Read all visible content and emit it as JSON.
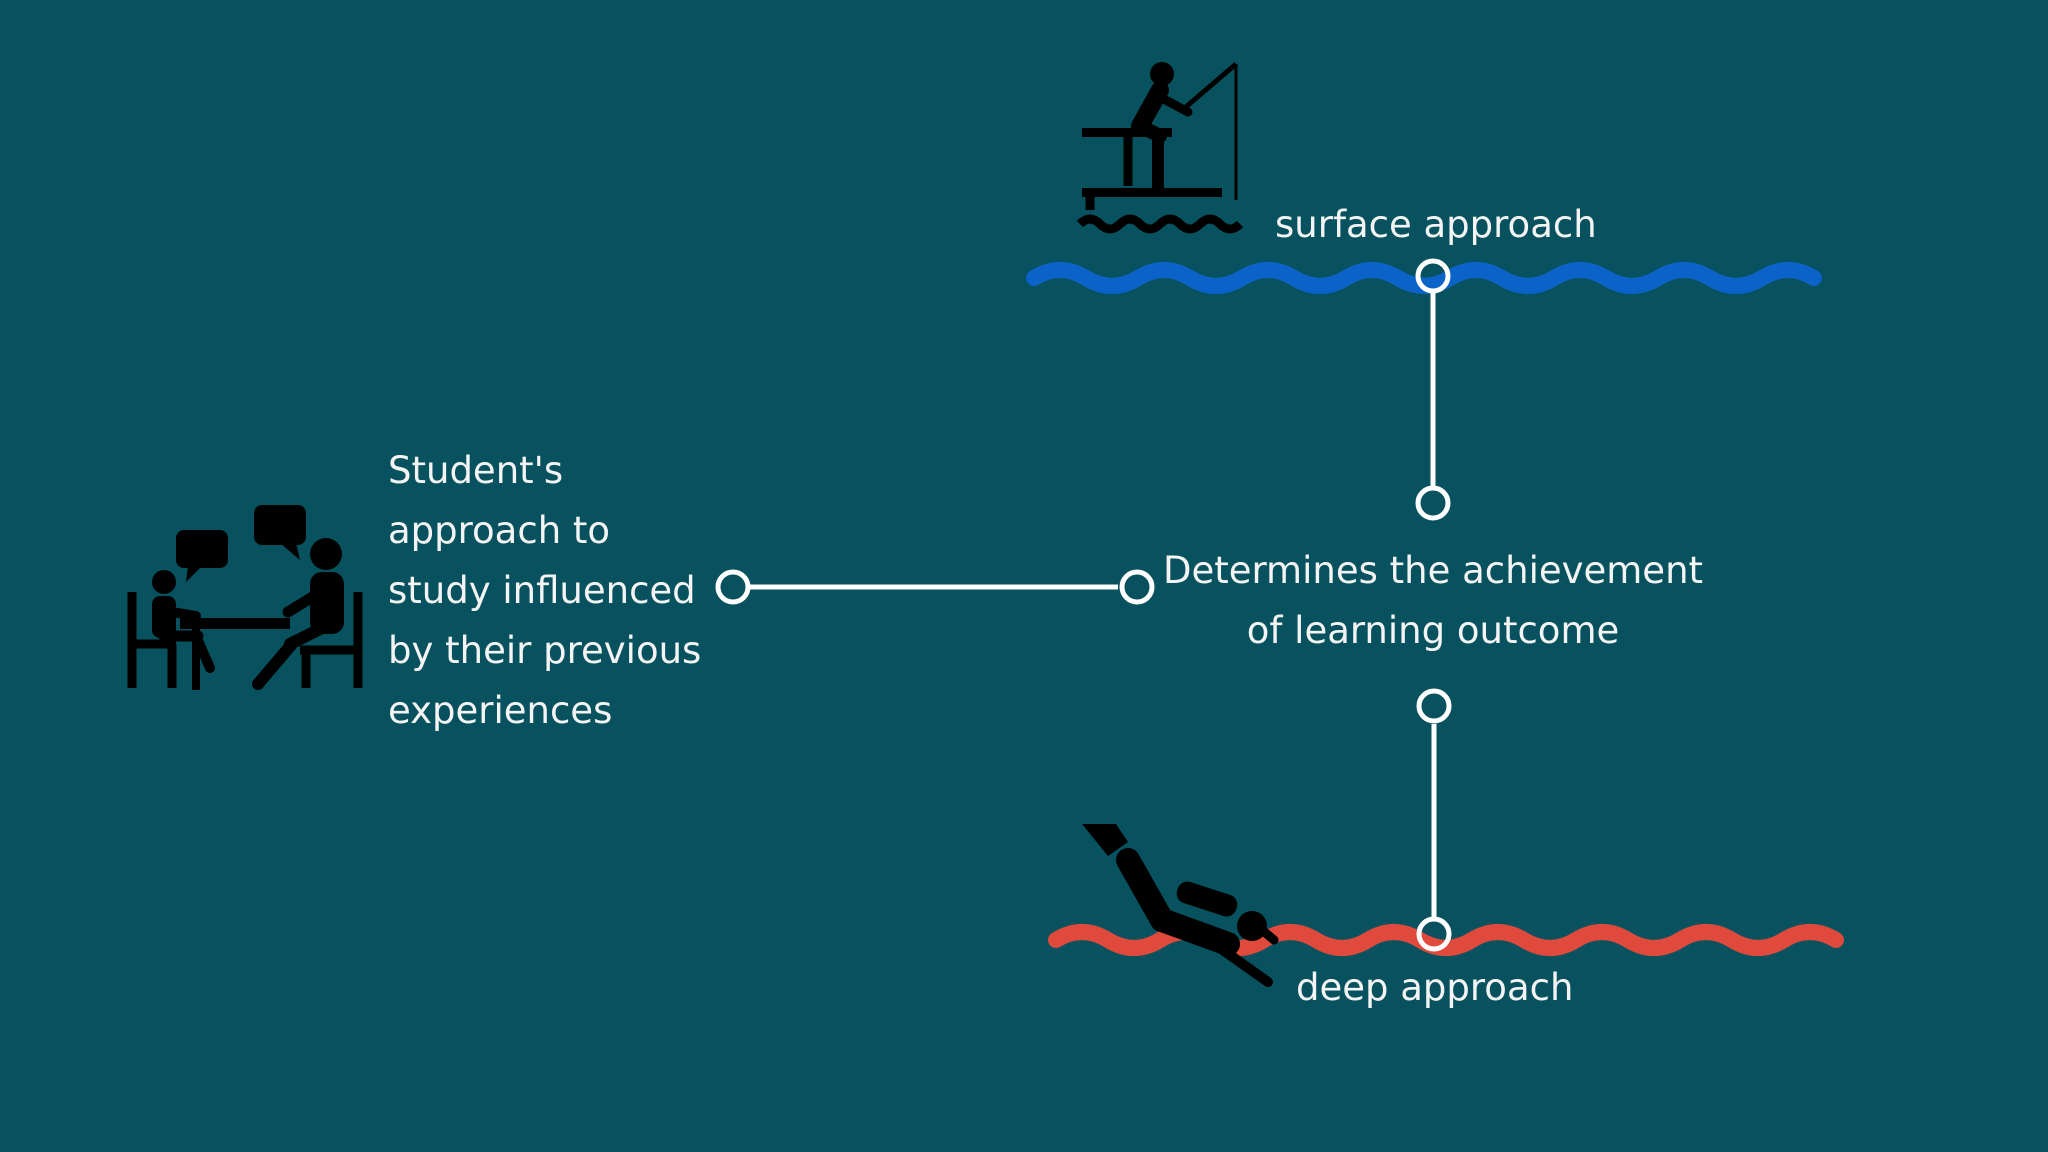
{
  "colors": {
    "background": "#07525e",
    "surface_wave": "#0b63c9",
    "deep_wave": "#e04a3c",
    "connector": "#ffffff",
    "icon": "#000000"
  },
  "icons": {
    "student": "two-people-talking-at-table-icon",
    "surface": "person-fishing-on-pier-icon",
    "deep": "scuba-diver-icon"
  },
  "diagram": {
    "student_text": [
      "Student's",
      "approach to",
      "study influenced",
      "by their previous",
      "experiences"
    ],
    "center_text": [
      "Determines the achievement",
      "of learning outcome"
    ],
    "surface_label": "surface approach",
    "deep_label": "deep approach"
  }
}
